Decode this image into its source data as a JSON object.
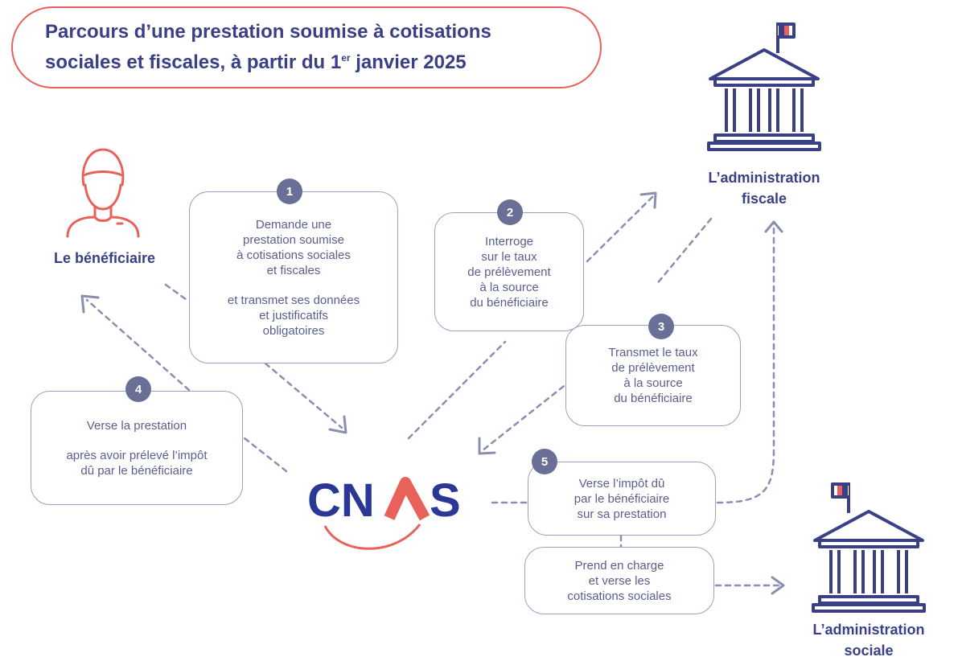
{
  "title": {
    "line1": "Parcours d’une prestation soumise à cotisations",
    "line2_prefix": "sociales et fiscales, à partir du 1",
    "line2_sup": "er",
    "line2_suffix": " janvier 2025"
  },
  "actors": {
    "beneficiaire": "Le bénéficiaire",
    "admin_fiscale": [
      "L’administration",
      "fiscale"
    ],
    "admin_sociale": [
      "L’administration",
      "sociale"
    ],
    "cnas_logo": "CNAS"
  },
  "steps": [
    {
      "number": "1",
      "lines": [
        "Demande une",
        "prestation soumise",
        "à cotisations sociales",
        "et fiscales"
      ],
      "lines2": [
        "et transmet ses données",
        "et justificatifs",
        "obligatoires"
      ]
    },
    {
      "number": "2",
      "lines": [
        "Interroge",
        "sur le taux",
        "de prélèvement",
        "à la source",
        "du bénéficiaire"
      ]
    },
    {
      "number": "3",
      "lines": [
        "Transmet le taux",
        "de prélèvement",
        "à la source",
        "du bénéficiaire"
      ]
    },
    {
      "number": "4",
      "lines": [
        "Verse la prestation"
      ],
      "lines2": [
        "après avoir prélevé l’impôt",
        "dû par le bénéficiaire"
      ]
    },
    {
      "number": "5",
      "lines": [
        "Verse l’impôt dû",
        "par le bénéficiaire",
        "sur sa prestation"
      ]
    }
  ],
  "extra_box": {
    "lines": [
      "Prend en charge",
      "et verse les",
      "cotisations sociales"
    ]
  },
  "colors": {
    "accent_red": "#e8615a",
    "navy": "#3a3f86",
    "grey_line": "#8a8fb0",
    "badge": "#6a6f97"
  },
  "icons": [
    "person-icon",
    "building-flag-icon",
    "cnas-logo"
  ]
}
